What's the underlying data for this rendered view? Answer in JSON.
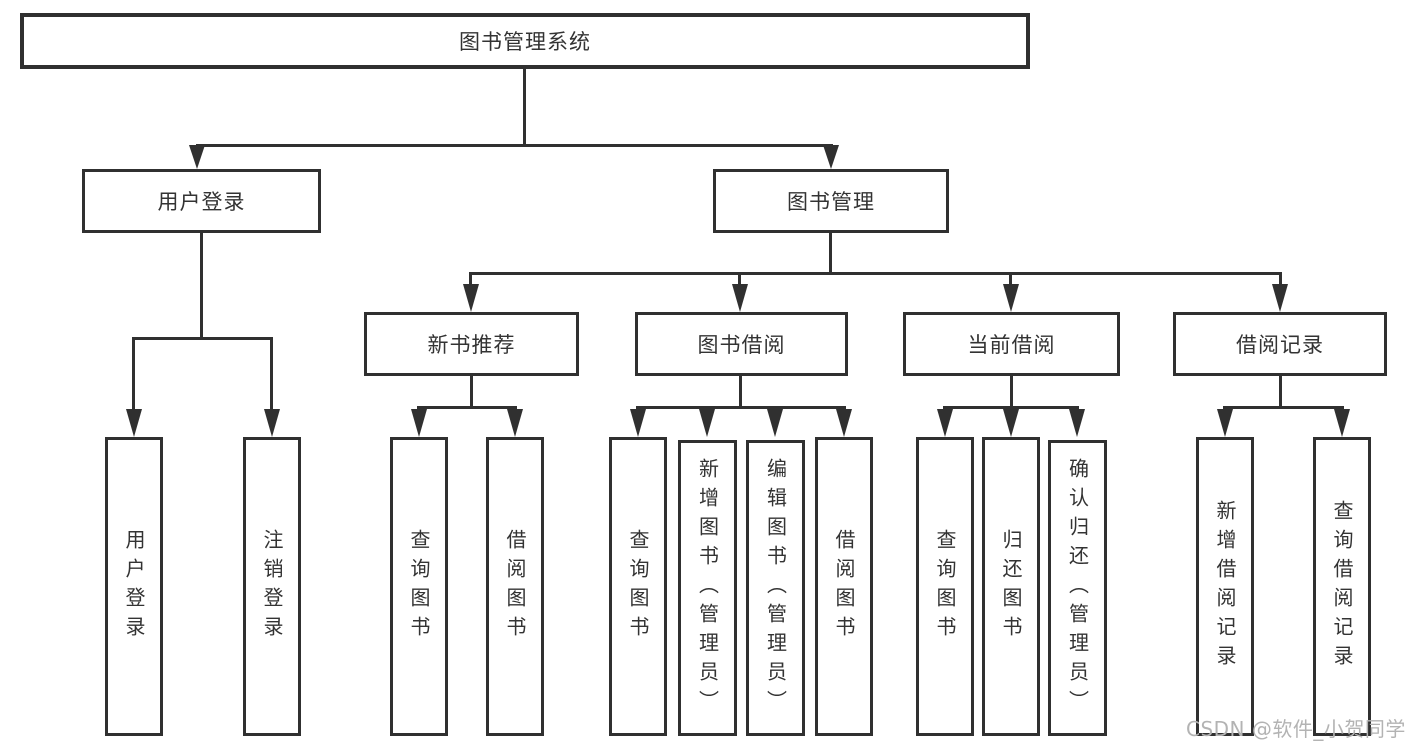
{
  "root": {
    "label": "图书管理系统"
  },
  "level2": {
    "user_login": {
      "label": "用户登录"
    },
    "book_mgmt": {
      "label": "图书管理"
    }
  },
  "level3": {
    "new_book": {
      "label": "新书推荐"
    },
    "book_borrow": {
      "label": "图书借阅"
    },
    "current_borrow": {
      "label": "当前借阅"
    },
    "borrow_record": {
      "label": "借阅记录"
    }
  },
  "leaves": {
    "user_login": {
      "label": "用户登录"
    },
    "logout": {
      "label": "注销登录"
    },
    "nb_query": {
      "label": "查询图书"
    },
    "nb_borrow": {
      "label": "借阅图书"
    },
    "bb_query": {
      "label": "查询图书"
    },
    "bb_add": {
      "label": "新增图书（管理员）"
    },
    "bb_edit": {
      "label": "编辑图书（管理员）"
    },
    "bb_borrow": {
      "label": "借阅图书"
    },
    "cb_query": {
      "label": "查询图书"
    },
    "cb_return": {
      "label": "归还图书"
    },
    "cb_confirm": {
      "label": "确认归还（管理员）"
    },
    "br_add": {
      "label": "新增借阅记录"
    },
    "br_query": {
      "label": "查询借阅记录"
    }
  },
  "watermark": {
    "text": "CSDN @软件_小贺同学"
  },
  "colors": {
    "line": "#303030",
    "text": "#333333",
    "watermark": "#b3b3b3",
    "background": "#ffffff"
  }
}
